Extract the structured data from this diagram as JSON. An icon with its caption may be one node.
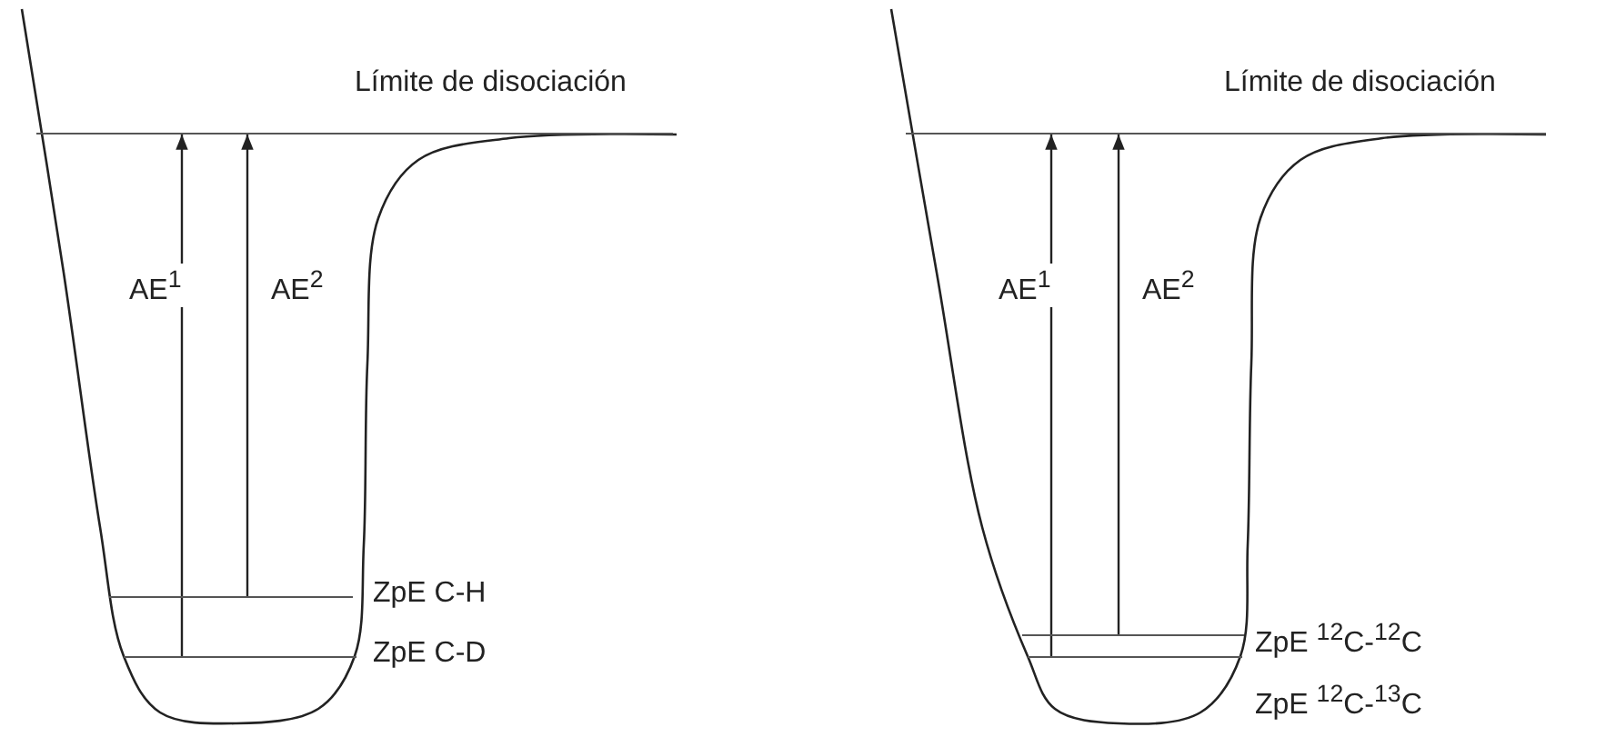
{
  "diagram": {
    "nodes": [
      {
        "text": [
          "Límite de disociación"
        ]
      },
      {
        "text": [
          "ZpE C-H"
        ]
      },
      {
        "text": [
          "ZpE C-D"
        ]
      },
      {
        "text": [
          "Límite de disociación"
        ]
      },
      {
        "text": [
          "ZpE $^{12}$C-$^{12}$C"
        ]
      },
      {
        "text": [
          "ZpE $^{12}$C-$^{13}$C"
        ]
      }
    ],
    "edges": [
      {
        "from": 2,
        "to": 0,
        "arrow": "to",
        "label": "AE$^{1}$"
      },
      {
        "from": 1,
        "to": 0,
        "arrow": "to",
        "label": "AE$^{2}$"
      },
      {
        "from": 5,
        "to": 3,
        "arrow": "to",
        "label": "AE$^{1}$"
      },
      {
        "from": 4,
        "to": 3,
        "arrow": "to",
        "label": "AE$^{2}$"
      }
    ]
  }
}
